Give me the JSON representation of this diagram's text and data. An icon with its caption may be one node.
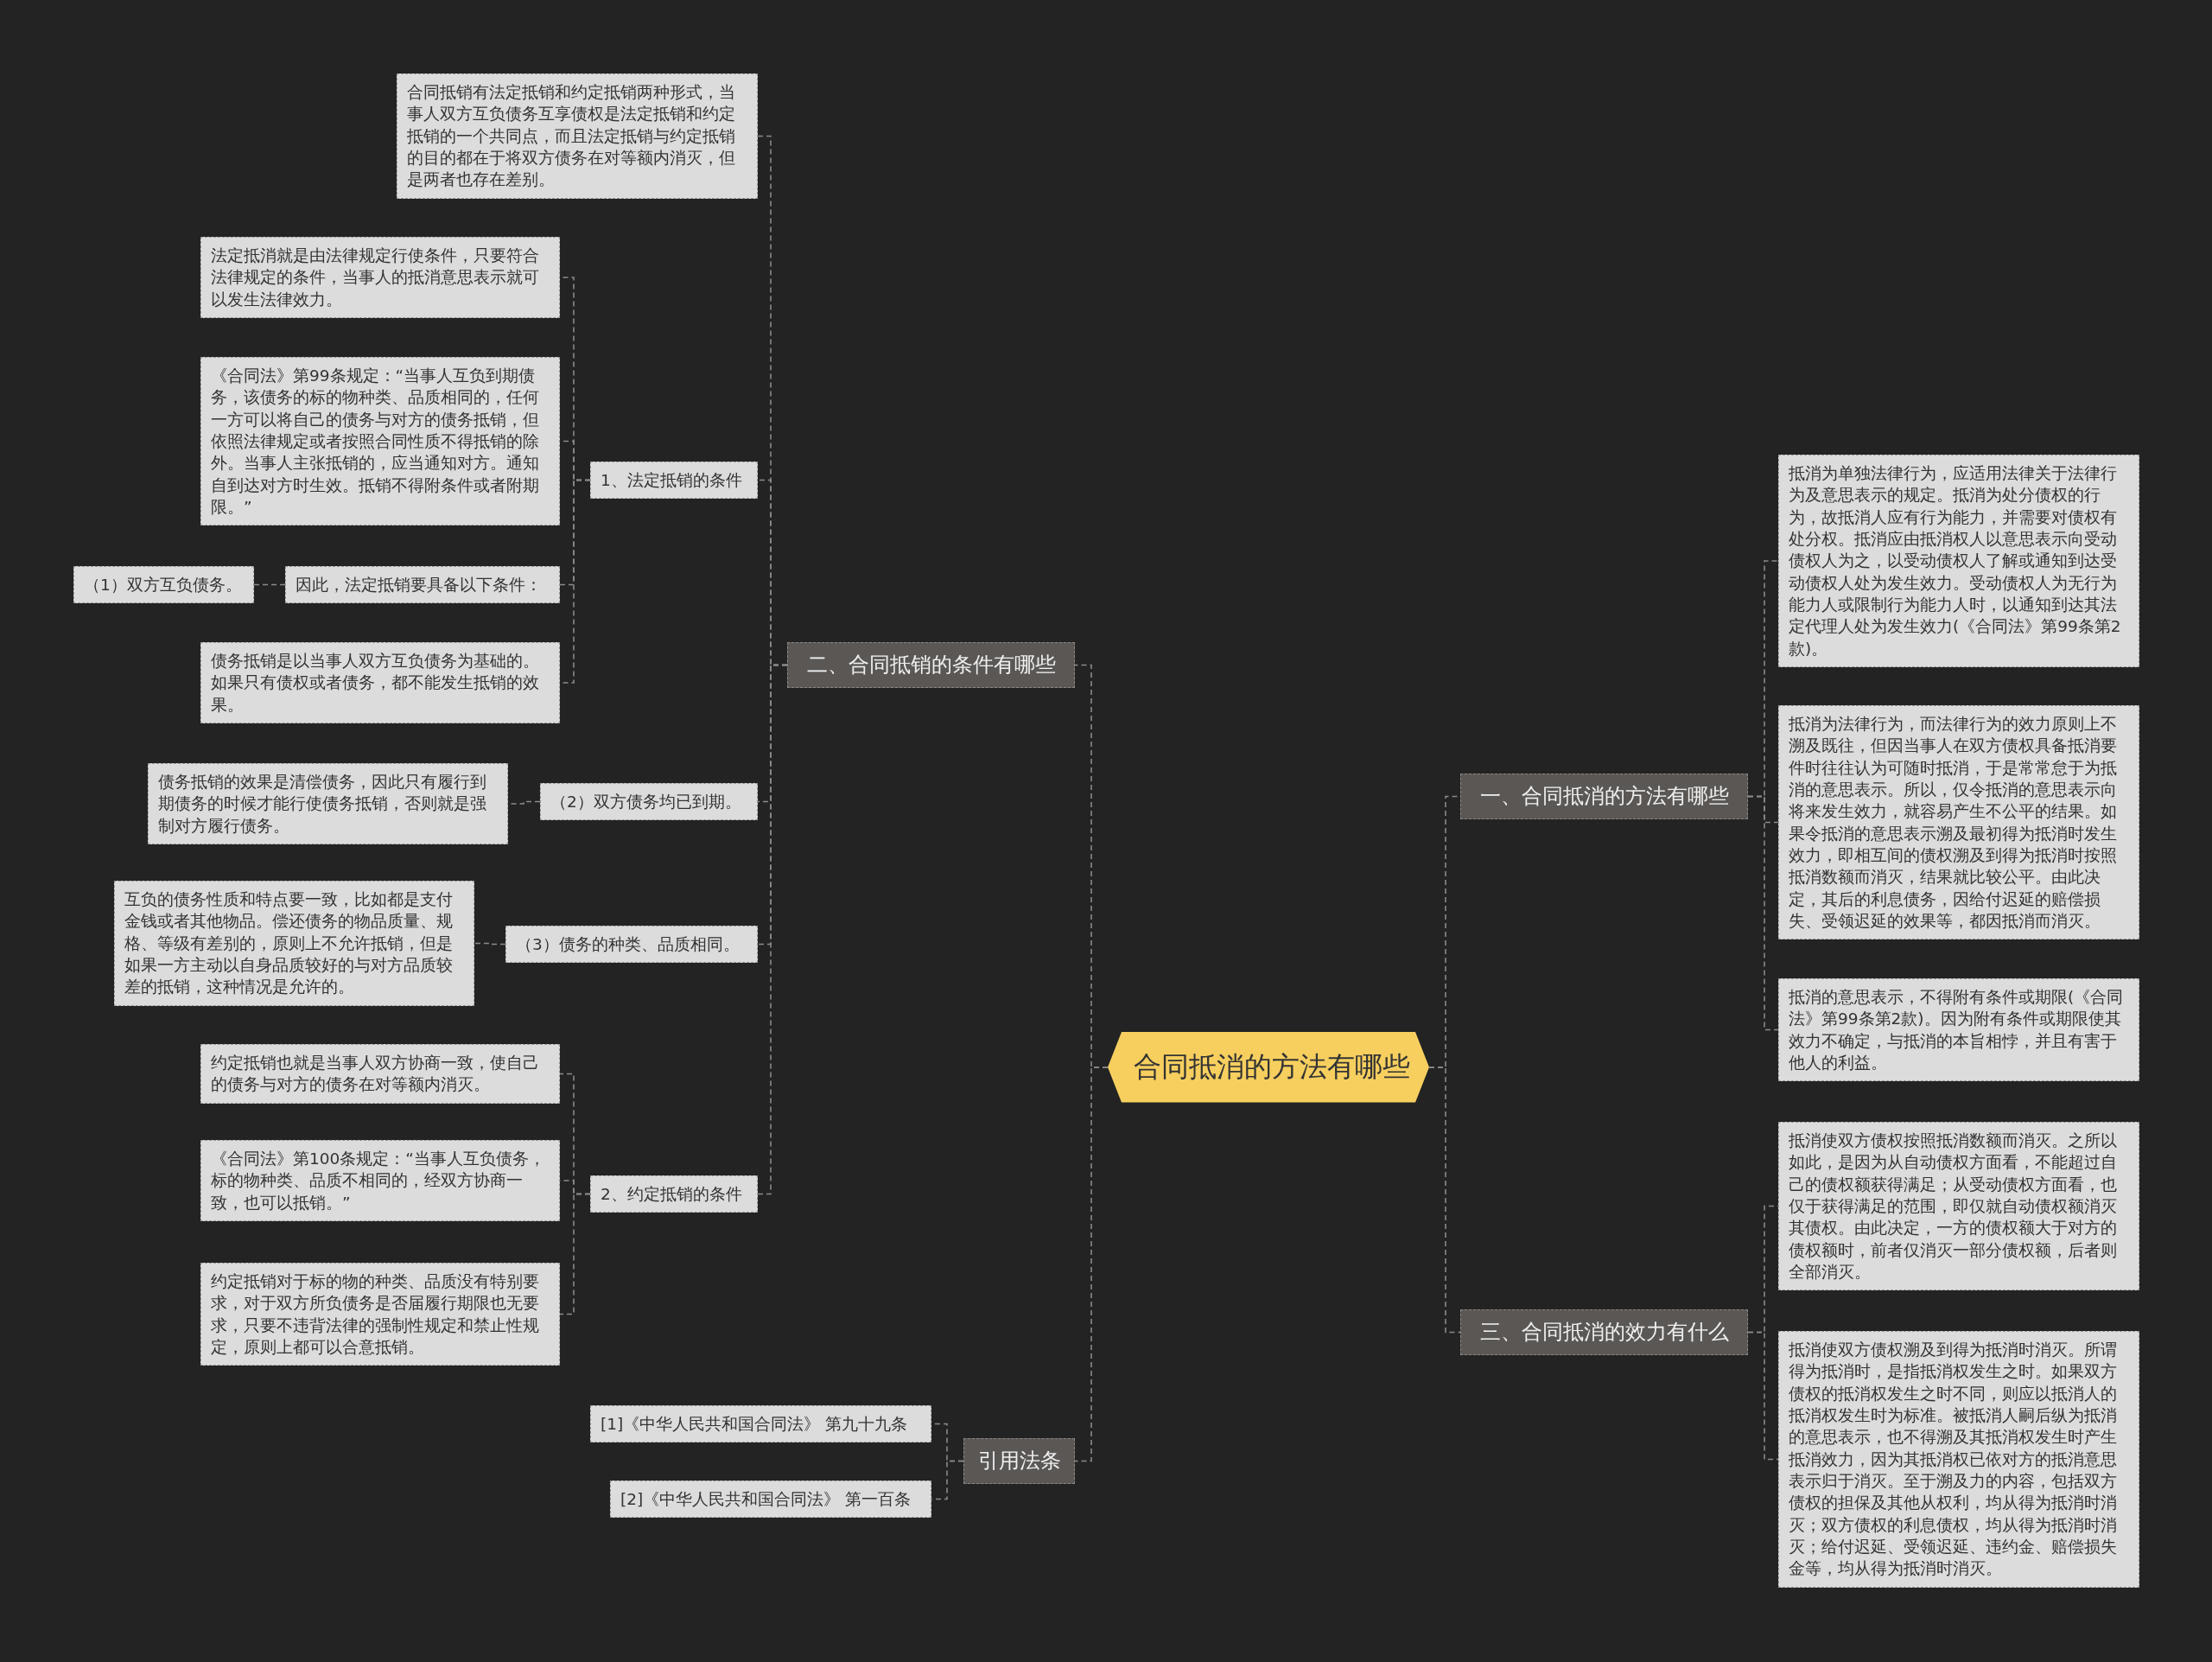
{
  "diagram": {
    "nodes": [
      {
        "text": [
          "合同抵消的方法有哪些"
        ]
      },
      {
        "text": [
          "一、合同抵消的方法有哪些"
        ]
      },
      {
        "text": [
          "抵消为单独法律行为，应适用法律关于法律行为及意思表示的规定。抵消为处分债权的行为，故抵消人应有行为能力，并需要对债权有处分权。抵消应由抵消权人以意思表示向受动债权人为之，以受动债权人了解或通知到达受动债权人处为发生效力。受动债权人为无行为能力人或限制行为能力人时，以通知到达其法定代理人处为发生效力(《合同法》第99条第2款)。"
        ]
      },
      {
        "text": [
          "抵消为法律行为，而法律行为的效力原则上不溯及既往，但因当事人在双方债权具备抵消要件时往往认为可随时抵消，于是常常怠于为抵消的意思表示。所以，仅令抵消的意思表示向将来发生效力，就容易产生不公平的结果。如果令抵消的意思表示溯及最初得为抵消时发生效力，即相互间的债权溯及到得为抵消时按照抵消数额而消灭，结果就比较公平。由此决定，其后的利息债务，因给付迟延的赔偿损失、受领迟延的效果等，都因抵消而消灭。"
        ]
      },
      {
        "text": [
          "抵消的意思表示，不得附有条件或期限(《合同法》第99条第2款)。因为附有条件或期限使其效力不确定，与抵消的本旨相悖，并且有害于他人的利益。"
        ]
      },
      {
        "text": [
          "三、合同抵消的效力有什么"
        ]
      },
      {
        "text": [
          "抵消使双方债权按照抵消数额而消灭。之所以如此，是因为从自动债权方面看，不能超过自己的债权额获得满足；从受动债权方面看，也仅于获得满足的范围，即仅就自动债权额消灭其债权。由此决定，一方的债权额大于对方的债权额时，前者仅消灭一部分债权额，后者则全部消灭。"
        ]
      },
      {
        "text": [
          "抵消使双方债权溯及到得为抵消时消灭。所谓得为抵消时，是指抵消权发生之时。如果双方债权的抵消权发生之时不同，则应以抵消人的抵消权发生时为标准。被抵消人嗣后纵为抵消的意思表示，也不得溯及其抵消权发生时产生抵消效力，因为其抵消权已依对方的抵消意思表示归于消灭。至于溯及力的内容，包括双方债权的担保及其他从权利，均从得为抵消时消灭；双方债权的利息债权，均从得为抵消时消灭；给付迟延、受领迟延、违约金、赔偿损失金等，均从得为抵消时消灭。"
        ]
      },
      {
        "text": [
          "二、合同抵销的条件有哪些"
        ]
      },
      {
        "text": [
          "合同抵销有法定抵销和约定抵销两种形式，当事人双方互负债务互享债权是法定抵销和约定抵销的一个共同点，而且法定抵销与约定抵销的目的都在于将双方债务在对等额内消灭，但是两者也存在差别。"
        ]
      },
      {
        "text": [
          "1、法定抵销的条件"
        ]
      },
      {
        "text": [
          "法定抵消就是由法律规定行使条件，只要符合法律规定的条件，当事人的抵消意思表示就可以发生法律效力。"
        ]
      },
      {
        "text": [
          "《合同法》第99条规定：“当事人互负到期债务，该债务的标的物种类、品质相同的，任何一方可以将自己的债务与对方的债务抵销，但依照法律规定或者按照合同性质不得抵销的除外。当事人主张抵销的，应当通知对方。通知自到达对方时生效。抵销不得附条件或者附期限。”"
        ]
      },
      {
        "text": [
          "因此，法定抵销要具备以下条件："
        ]
      },
      {
        "text": [
          "（1）双方互负债务。"
        ]
      },
      {
        "text": [
          "债务抵销是以当事人双方互负债务为基础的。如果只有债权或者债务，都不能发生抵销的效果。"
        ]
      },
      {
        "text": [
          "（2）双方债务均已到期。"
        ]
      },
      {
        "text": [
          "债务抵销的效果是清偿债务，因此只有履行到期债务的时候才能行使债务抵销，否则就是强制对方履行债务。"
        ]
      },
      {
        "text": [
          "（3）债务的种类、品质相同。"
        ]
      },
      {
        "text": [
          "互负的债务性质和特点要一致，比如都是支付金钱或者其他物品。偿还债务的物品质量、规格、等级有差别的，原则上不允许抵销，但是如果一方主动以自身品质较好的与对方品质较差的抵销，这种情况是允许的。"
        ]
      },
      {
        "text": [
          "2、约定抵销的条件"
        ]
      },
      {
        "text": [
          "约定抵销也就是当事人双方协商一致，使自己的债务与对方的债务在对等额内消灭。"
        ]
      },
      {
        "text": [
          "《合同法》第100条规定：“当事人互负债务，标的物种类、品质不相同的，经双方协商一致，也可以抵销。”"
        ]
      },
      {
        "text": [
          "约定抵销对于标的物的种类、品质没有特别要求，对于双方所负债务是否届履行期限也无要求，只要不违背法律的强制性规定和禁止性规定，原则上都可以合意抵销。"
        ]
      },
      {
        "text": [
          "引用法条"
        ]
      },
      {
        "text": [
          "[1]《中华人民共和国合同法》 第九十九条"
        ]
      },
      {
        "text": [
          "[2]《中华人民共和国合同法》 第一百条"
        ]
      }
    ],
    "edges": [
      {
        "from": 0,
        "to": 1,
        "arrow": "none"
      },
      {
        "from": 1,
        "to": 2,
        "arrow": "none"
      },
      {
        "from": 1,
        "to": 3,
        "arrow": "none"
      },
      {
        "from": 1,
        "to": 4,
        "arrow": "none"
      },
      {
        "from": 0,
        "to": 5,
        "arrow": "none"
      },
      {
        "from": 5,
        "to": 6,
        "arrow": "none"
      },
      {
        "from": 5,
        "to": 7,
        "arrow": "none"
      },
      {
        "from": 0,
        "to": 8,
        "arrow": "none"
      },
      {
        "from": 8,
        "to": 9,
        "arrow": "none"
      },
      {
        "from": 8,
        "to": 10,
        "arrow": "none"
      },
      {
        "from": 10,
        "to": 11,
        "arrow": "none"
      },
      {
        "from": 10,
        "to": 12,
        "arrow": "none"
      },
      {
        "from": 10,
        "to": 13,
        "arrow": "none"
      },
      {
        "from": 13,
        "to": 14,
        "arrow": "none"
      },
      {
        "from": 10,
        "to": 15,
        "arrow": "none"
      },
      {
        "from": 8,
        "to": 16,
        "arrow": "none"
      },
      {
        "from": 16,
        "to": 17,
        "arrow": "none"
      },
      {
        "from": 8,
        "to": 18,
        "arrow": "none"
      },
      {
        "from": 18,
        "to": 19,
        "arrow": "none"
      },
      {
        "from": 8,
        "to": 20,
        "arrow": "none"
      },
      {
        "from": 20,
        "to": 21,
        "arrow": "none"
      },
      {
        "from": 20,
        "to": 22,
        "arrow": "none"
      },
      {
        "from": 20,
        "to": 23,
        "arrow": "none"
      },
      {
        "from": 0,
        "to": 24,
        "arrow": "none"
      },
      {
        "from": 24,
        "to": 25,
        "arrow": "none"
      },
      {
        "from": 24,
        "to": 26,
        "arrow": "none"
      }
    ]
  }
}
